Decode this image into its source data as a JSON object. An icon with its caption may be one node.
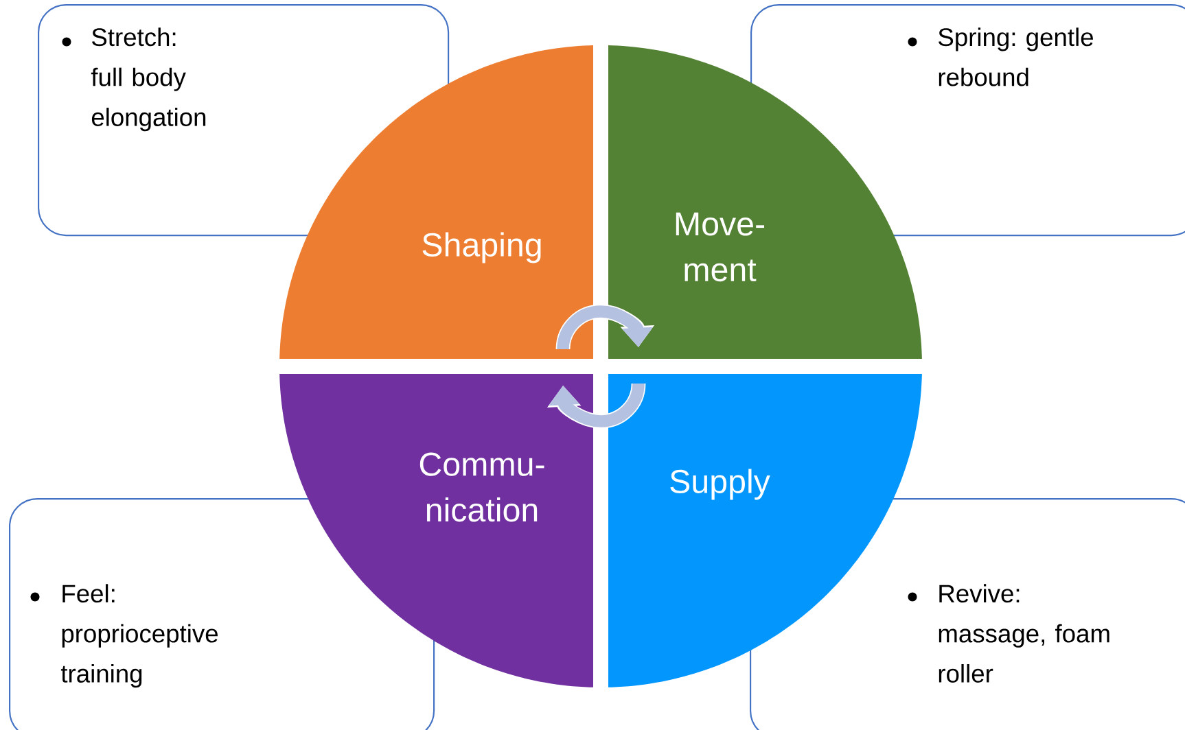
{
  "diagram": {
    "nodes": [
      {
        "text": [
          "Stretch: full body elongation"
        ]
      },
      {
        "text": [
          "Spring: gentle rebound"
        ]
      },
      {
        "text": [
          "Shaping"
        ]
      },
      {
        "text": [
          "Move- ment"
        ]
      },
      {
        "text": [
          "Commu- nication"
        ]
      },
      {
        "text": [
          "Supply"
        ]
      },
      {
        "text": [
          "Feel: proprioceptive training"
        ]
      },
      {
        "text": [
          "Revive: massage, foam roller"
        ]
      }
    ],
    "edges": [
      {
        "from": 2,
        "to": 3,
        "arrow": "to"
      },
      {
        "from": 5,
        "to": 4,
        "arrow": "to"
      }
    ]
  }
}
